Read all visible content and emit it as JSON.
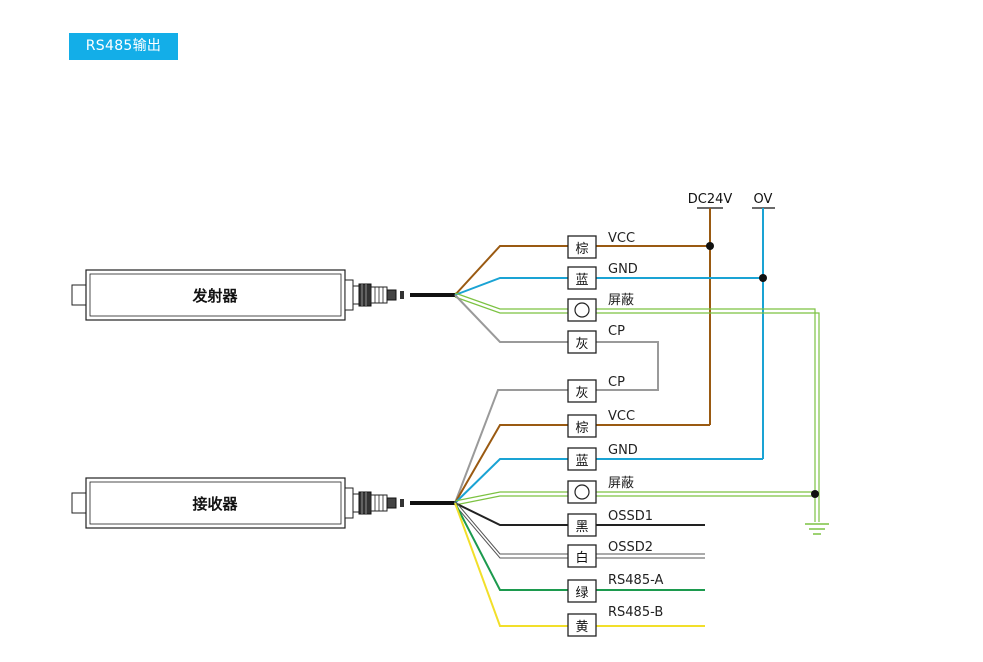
{
  "header": {
    "badge": "RS485输出"
  },
  "devices": {
    "emitter": "发射器",
    "receiver": "接收器"
  },
  "rails": {
    "dc24v": "DC24V",
    "ov": "OV"
  },
  "colors": {
    "brown": "#9a5a12",
    "blue": "#1aa3d4",
    "green": "#7cc242",
    "gray": "#9a9a9a",
    "black": "#222222",
    "white": "#666666",
    "rs485a": "#1c9a4e",
    "yellow": "#f2df2a",
    "badge": "#13aee8"
  },
  "emitter_wires": [
    {
      "code": "棕",
      "label": "VCC"
    },
    {
      "code": "蓝",
      "label": "GND"
    },
    {
      "code": "",
      "label": "屏蔽"
    },
    {
      "code": "灰",
      "label": "CP"
    }
  ],
  "receiver_wires": [
    {
      "code": "灰",
      "label": "CP"
    },
    {
      "code": "棕",
      "label": "VCC"
    },
    {
      "code": "蓝",
      "label": "GND"
    },
    {
      "code": "",
      "label": "屏蔽"
    },
    {
      "code": "黑",
      "label": "OSSD1"
    },
    {
      "code": "白",
      "label": "OSSD2"
    },
    {
      "code": "绿",
      "label": "RS485-A"
    },
    {
      "code": "黄",
      "label": "RS485-B"
    }
  ]
}
